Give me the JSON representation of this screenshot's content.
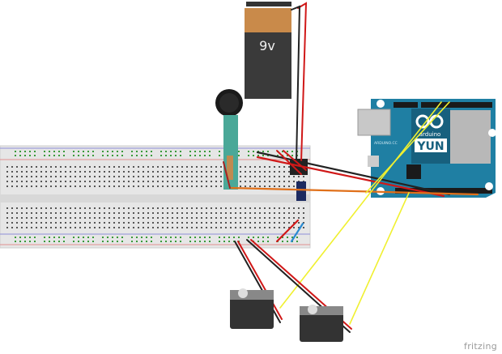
{
  "diagram": {
    "title": "Fritzing breadboard view",
    "components": {
      "battery": {
        "label": "9v",
        "type": "9V battery"
      },
      "sensor": {
        "type": "force sensitive resistor"
      },
      "breadboard": {
        "type": "full-size breadboard"
      },
      "arduino": {
        "brand": "arduino",
        "model": "YUN",
        "silkscreen": "ARDUINO.CC"
      },
      "regulator": {
        "type": "voltage regulator"
      },
      "capacitor": {
        "type": "electrolytic capacitor"
      },
      "servos": [
        {
          "type": "servo motor"
        },
        {
          "type": "servo motor"
        }
      ]
    },
    "colors": {
      "arduino_board": "#1f7fa3",
      "wire_red": "#d01818",
      "wire_black": "#222222",
      "wire_yellow": "#f0f030",
      "wire_orange": "#e0701a",
      "wire_blue": "#2a8ad0",
      "battery_top": "#c98a4a",
      "battery_body": "#3a3a3a",
      "breadboard": "#e4e4e4",
      "rail_green": "#cfe6cf"
    },
    "watermark": "fritzing"
  }
}
